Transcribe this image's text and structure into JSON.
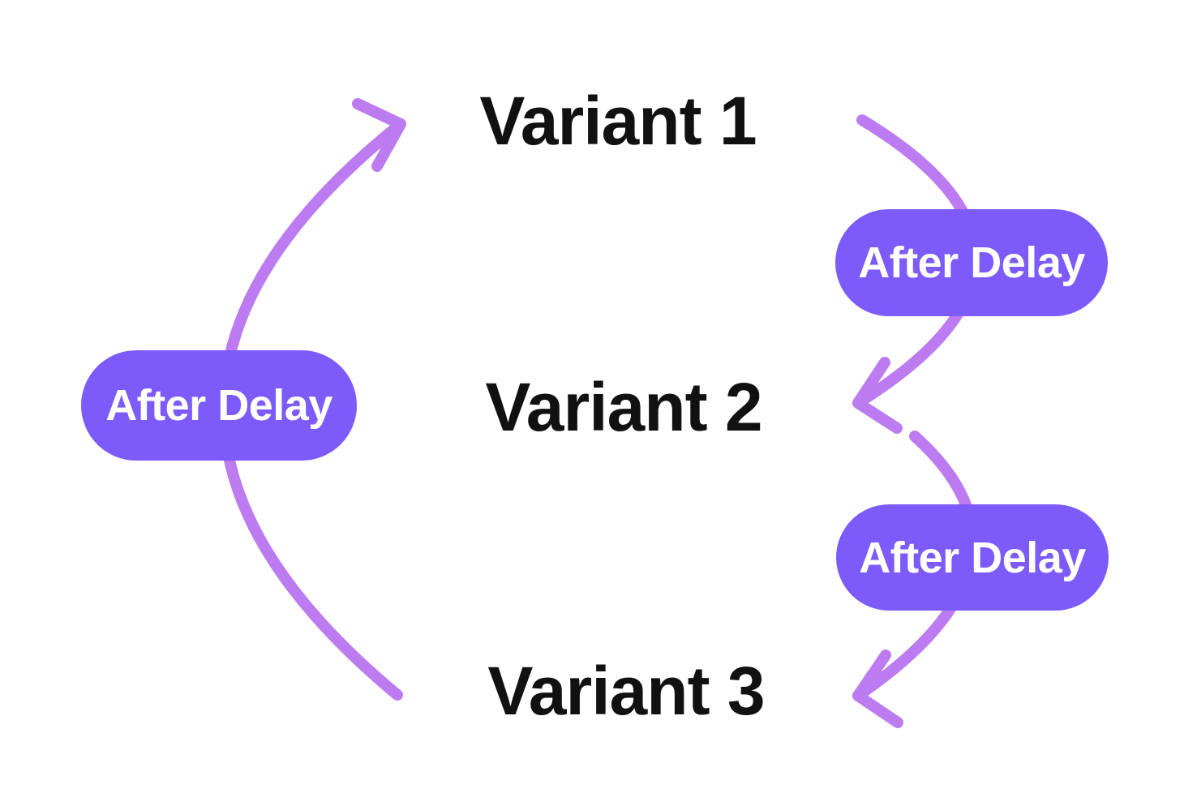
{
  "colors": {
    "canvas_bg": "#ffffff",
    "node_text": "#111111",
    "badge_bg": "#7c5bfa",
    "badge_text": "#ffffff",
    "arrow_stroke": "#bc7bf0"
  },
  "diagram": {
    "nodes": [
      {
        "id": "variant-1",
        "label": "Variant 1"
      },
      {
        "id": "variant-2",
        "label": "Variant 2"
      },
      {
        "id": "variant-3",
        "label": "Variant 3"
      }
    ],
    "connectors": [
      {
        "from": "Variant 3",
        "to": "Variant 1",
        "trigger": "After Delay",
        "side": "left"
      },
      {
        "from": "Variant 1",
        "to": "Variant 2",
        "trigger": "After Delay",
        "side": "right"
      },
      {
        "from": "Variant 2",
        "to": "Variant 3",
        "trigger": "After Delay",
        "side": "right"
      }
    ]
  }
}
